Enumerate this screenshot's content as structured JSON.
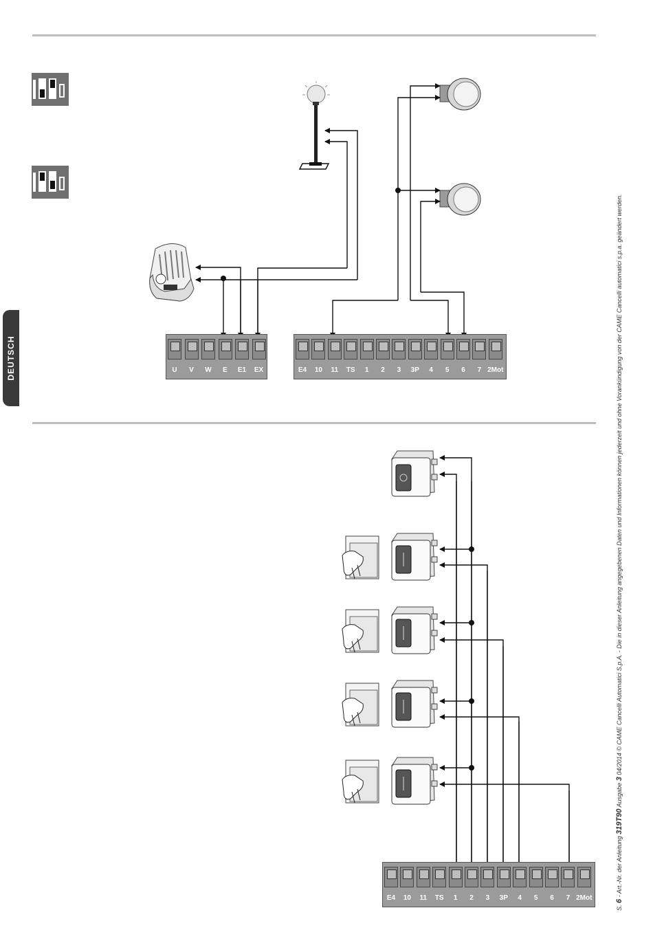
{
  "side_tab": {
    "label": "DEUTSCH"
  },
  "footer": {
    "page_prefix": "S.",
    "page_number": "6",
    "text_a": " - Art.-Nr. der Anleitung ",
    "article_no": "319T90",
    "text_b": " Ausgabe ",
    "edition": "3",
    "text_c": " 04/2014  © CAME Cancelli Automatici S.p.A.  - Die in dieser Anleitung angegebenen Daten und Informationen können jederzeit und ohne Vorankündigung von der CAME Cancelli automatici s.p.a. geändert werden."
  },
  "terminals": {
    "motor_block": {
      "labels": [
        "U",
        "V",
        "W",
        "E",
        "E1",
        "EX"
      ]
    },
    "control_block_top": {
      "labels": [
        "E4",
        "10",
        "11",
        "TS",
        "1",
        "2",
        "3",
        "3P",
        "4",
        "5",
        "6",
        "7",
        "2Mot"
      ]
    },
    "control_block_bottom": {
      "labels": [
        "E4",
        "10",
        "11",
        "TS",
        "1",
        "2",
        "3",
        "3P",
        "4",
        "5",
        "6",
        "7",
        "2Mot"
      ]
    }
  },
  "icons": {
    "dip_switch_1": "dip-switch-icon",
    "dip_switch_2": "dip-switch-icon",
    "lamp_post": "lamp-post-icon",
    "flashing_light": "flashing-light-icon",
    "mushroom_button_1": "push-button-icon",
    "mushroom_button_2": "push-button-icon",
    "key_selectors": "key-selector-icon",
    "wall_switches": "push-button-icon"
  },
  "colors": {
    "line": "#111111",
    "terminal": "#9b9b9b",
    "rule": "#bdbdbd",
    "tab": "#3a3a3a"
  }
}
